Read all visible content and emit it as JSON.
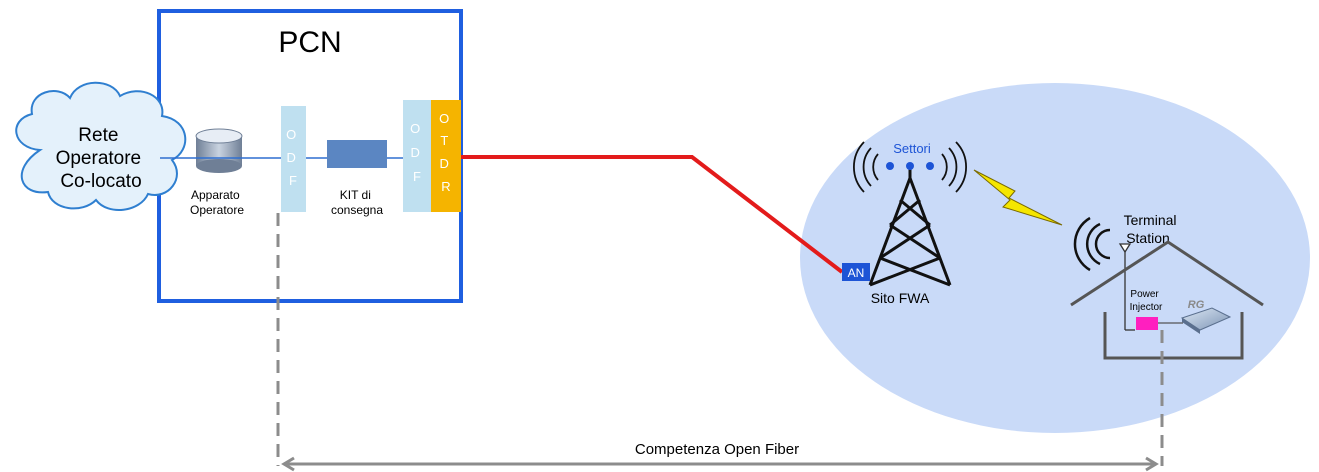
{
  "pcn": {
    "title": "PCN"
  },
  "cloud": {
    "lines": [
      "Rete",
      "Operatore",
      "Co-locato"
    ]
  },
  "operator_device": {
    "lines": [
      "Apparato",
      "Operatore"
    ]
  },
  "odf_left": {
    "letters": [
      "O",
      "D",
      "F"
    ]
  },
  "delivery_kit": {
    "lines": [
      "KIT di",
      "consegna"
    ]
  },
  "odf_right": {
    "letters": [
      "O",
      "D",
      "F"
    ]
  },
  "otdr": {
    "letters": [
      "O",
      "T",
      "D",
      "R"
    ]
  },
  "fwa_site": {
    "an_label": "AN",
    "label": "Sito FWA",
    "sectors_label": "Settori"
  },
  "terminal_station": {
    "lines": [
      "Terminal",
      "Station"
    ]
  },
  "house": {
    "power_injector_lines": [
      "Power",
      "Injector"
    ],
    "rg_label": "RG"
  },
  "scope": {
    "label": "Competenza Open Fiber"
  },
  "colors": {
    "pcn_border": "#1f5fe0",
    "fiber": "#e31b1b",
    "odf": "#bfe0f0",
    "otdr": "#f5b400",
    "kit": "#5b86c2",
    "ellipse": "#c9daf8",
    "an_box": "#1d54d6",
    "sector_dots": "#1d54d6",
    "power_injector": "#ff1fbf",
    "dash": "#8c8c8c"
  }
}
